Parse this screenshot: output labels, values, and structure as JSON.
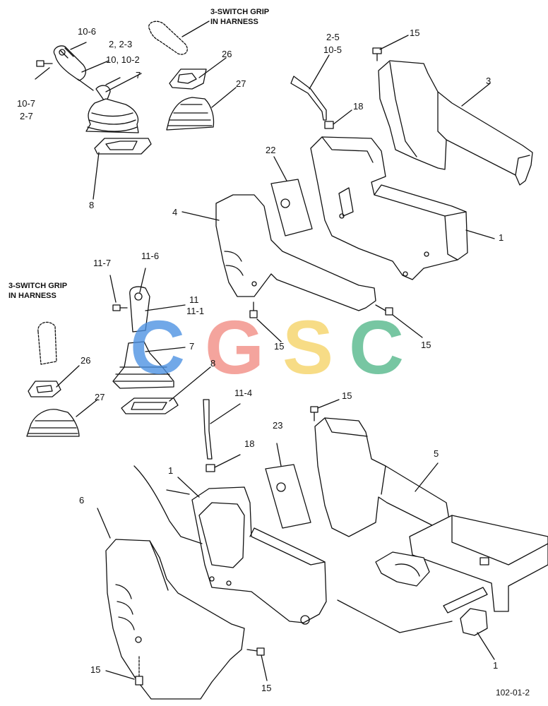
{
  "callouts": {
    "c_10_6": "10-6",
    "c_2_23": "2, 2-3",
    "c_10_102": "10, 10-2",
    "c_10_7": "10-7",
    "c_2_7": "2-7",
    "c_7_top": "7",
    "c_8_top": "8",
    "c_26_top": "26",
    "c_27_top": "27",
    "c_2_5": "2-5",
    "c_10_5": "10-5",
    "c_18_top": "18",
    "c_15_top": "15",
    "c_3": "3",
    "c_22": "22",
    "c_4": "4",
    "c_1_right": "1",
    "c_11_7": "11-7",
    "c_11_6": "11-6",
    "c_11": "11",
    "c_11_1": "11-1",
    "c_7_mid": "7",
    "c_8_mid": "8",
    "c_26_mid": "26",
    "c_27_mid": "27",
    "c_15_mid_a": "15",
    "c_15_mid_b": "15",
    "c_11_4": "11-4",
    "c_18_mid": "18",
    "c_15_low": "15",
    "c_23": "23",
    "c_5": "5",
    "c_1_mid": "1",
    "c_6": "6",
    "c_1_bottom": "1",
    "c_15_bl": "15",
    "c_15_br": "15"
  },
  "notes": {
    "grip_top_l1": "3-SWITCH GRIP",
    "grip_top_l2": "IN HARNESS",
    "grip_mid_l1": "3-SWITCH GRIP",
    "grip_mid_l2": "IN HARNESS"
  },
  "watermark": {
    "letters": [
      "C",
      "G",
      "S",
      "C"
    ],
    "colors": [
      "#4a90e2",
      "#f28b82",
      "#f6d365",
      "#52b788"
    ]
  },
  "figure_ref": "102-01-2"
}
